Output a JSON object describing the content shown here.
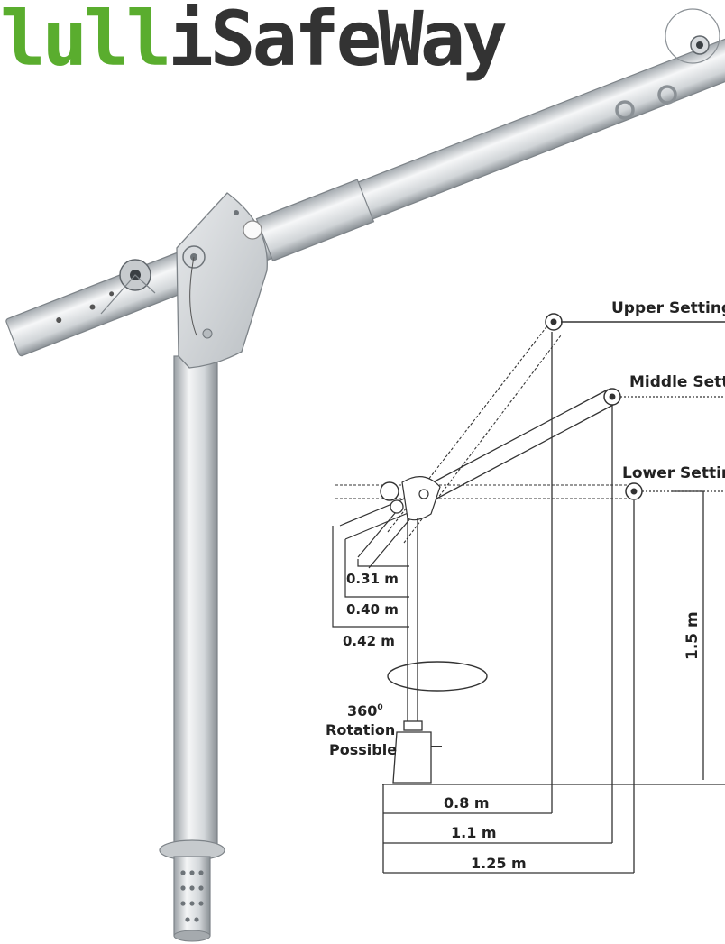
{
  "logo": {
    "part1": "lull",
    "part2": "iSafe",
    "part3": "Way",
    "colors": {
      "green": "#5aad2e",
      "gray": "#a8a8a8",
      "dark": "#333333",
      "yellow": "#e7c21a"
    }
  },
  "diagram": {
    "settings": {
      "upper": "Upper Setting",
      "middle": "Middle Sett",
      "lower": "Lower Settir"
    },
    "rear_lengths": {
      "short": "0.31 m",
      "mid": "0.40 m",
      "long": "0.42 m"
    },
    "height": "1.5 m",
    "rotation": {
      "degrees": "360",
      "degree_symbol": "0",
      "line1": "Rotation",
      "line2": "Possible"
    },
    "reach": {
      "upper": "0.8 m",
      "middle": "1.1 m",
      "lower": "1.25 m"
    }
  },
  "colors": {
    "aluminium_light": "#eef0f2",
    "aluminium_mid": "#c9cdd1",
    "aluminium_dark": "#8e9499",
    "line": "#333333"
  }
}
